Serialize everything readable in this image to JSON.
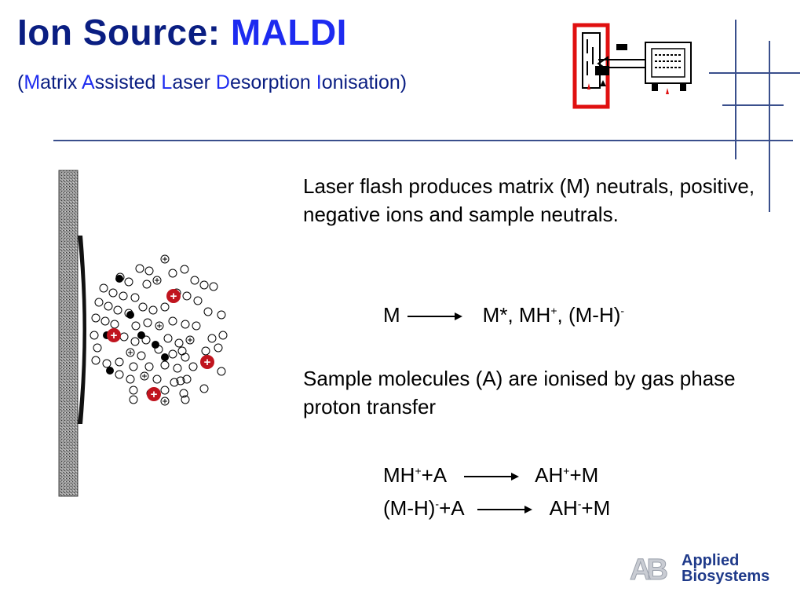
{
  "slide": {
    "title_prefix": "Ion Source: ",
    "title_accent": "MALDI",
    "subtitle": {
      "open": "(",
      "w1_initial": "M",
      "w1_rest": "atrix ",
      "w2_initial": "A",
      "w2_rest": "ssisted ",
      "w3_initial": "L",
      "w3_rest": "aser ",
      "w4_initial": "D",
      "w4_rest": "esorption ",
      "w5_initial": "I",
      "w5_rest": "onisation",
      "close": ")"
    }
  },
  "body": {
    "paragraph1": "Laser flash produces matrix (M) neutrals, positive, negative ions and sample neutrals.",
    "paragraph2": "Sample molecules (A) are ionised by gas phase proton transfer"
  },
  "equations": {
    "eq1": {
      "lhs": "M",
      "rhs_a": "M*, MH",
      "rhs_a_sup": "+",
      "rhs_b": ", (M-H)",
      "rhs_b_sup": "-"
    },
    "eq2": {
      "lhs_a": "MH",
      "lhs_a_sup": "+",
      "lhs_b": "+A",
      "rhs_a": "AH",
      "rhs_a_sup": "+",
      "rhs_b": "+M"
    },
    "eq3": {
      "lhs_a": "(M-H)",
      "lhs_a_sup": "-",
      "lhs_b": "+A",
      "rhs_a": "AH",
      "rhs_a_sup": "-",
      "rhs_b": "+M"
    }
  },
  "illustration": {
    "ion_marker": "+"
  },
  "logo": {
    "mark": "AB",
    "line1": "Applied",
    "line2": "Biosystems"
  },
  "colors": {
    "title": "#0a1e82",
    "accent": "#1d2bf0",
    "rule": "#3a4f8c",
    "ion_red": "#c0141e",
    "highlight_red": "#e01010"
  }
}
